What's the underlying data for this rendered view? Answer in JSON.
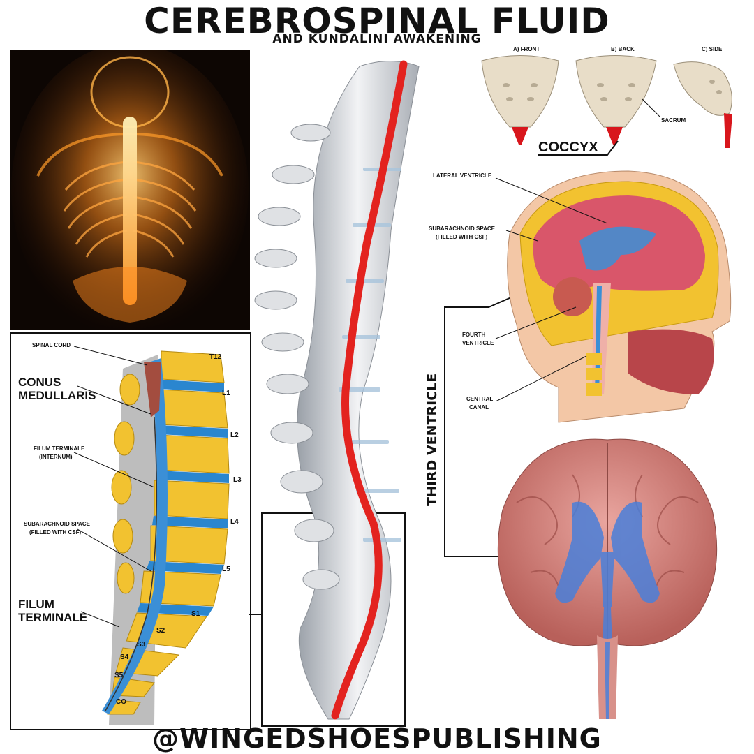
{
  "header": {
    "title": "CEREBROSPINAL FLUID",
    "subtitle": "AND KUNDALINI AWAKENING"
  },
  "footer": {
    "handle": "@WINGEDSHOESPUBLISHING"
  },
  "sacrum_panel": {
    "views": [
      "A) FRONT",
      "B) BACK",
      "C) SIDE"
    ],
    "sacrum_label": "SACRUM",
    "coccyx_label": "COCCYX"
  },
  "lumbar_panel": {
    "spinal_cord": "SPINAL CORD",
    "conus": [
      "CONUS",
      "MEDULLARIS"
    ],
    "filum_internum": [
      "FILUM TERMINALE",
      "(INTERNUM)"
    ],
    "subarachnoid": [
      "SUBARACHNOID SPACE",
      "(FILLED WITH CSF)"
    ],
    "filum_terminale": [
      "FILUM",
      "TERMINALE"
    ],
    "vertebrae": [
      "T12",
      "L1",
      "L2",
      "L3",
      "L4",
      "L5",
      "S1",
      "S2",
      "S3",
      "S4",
      "S5",
      "CO"
    ]
  },
  "head_panel": {
    "lateral_ventricle": "LATERAL VENTRICLE",
    "subarachnoid": [
      "SUBARACHNOID SPACE",
      "(FILLED WITH CSF)"
    ],
    "fourth_ventricle": [
      "FOURTH",
      "VENTRICLE"
    ],
    "central_canal": [
      "CENTRAL",
      "CANAL"
    ],
    "third_ventricle": "THIRD VENTRICLE"
  },
  "colors": {
    "csf_blue": "#3b8fd6",
    "bone_yellow": "#f2c230",
    "cord_red": "#e3231f",
    "brain_pink": "#d98a85",
    "glow_orange": "#ff8a1e"
  }
}
